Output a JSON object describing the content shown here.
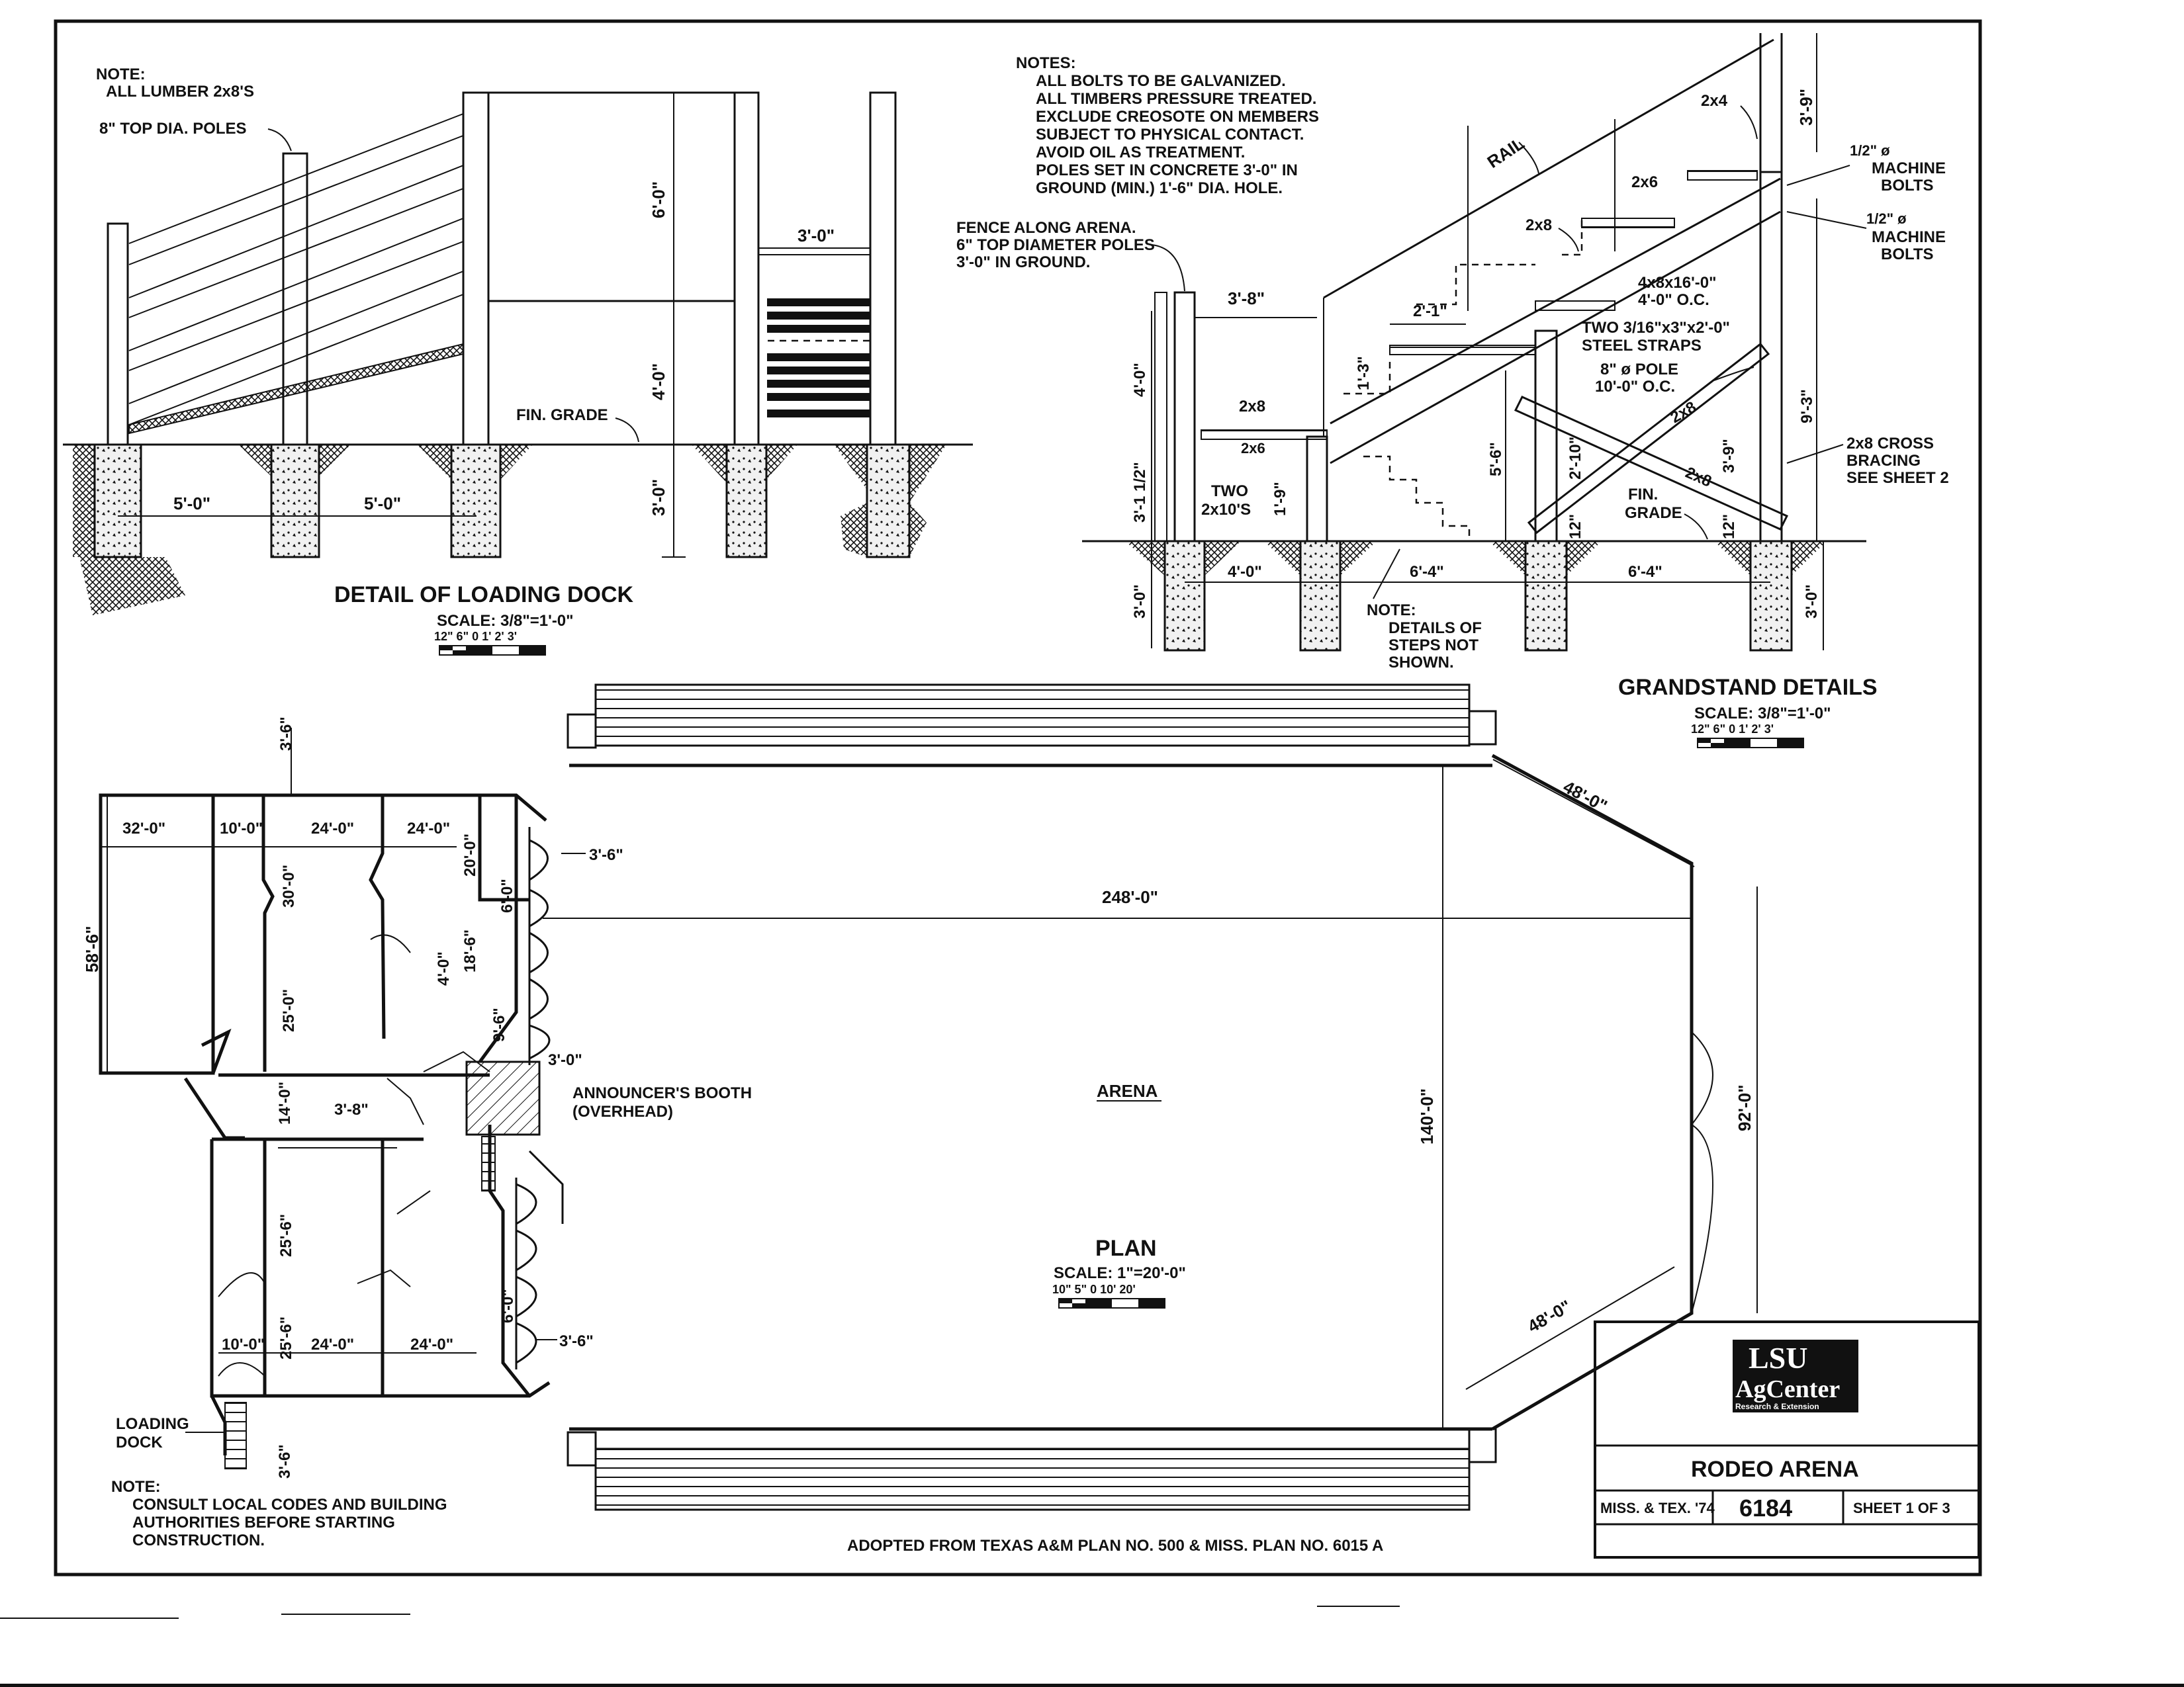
{
  "loading_dock": {
    "note_head": "NOTE:",
    "note_body": "ALL LUMBER 2x8'S",
    "poles_label": "8\" TOP DIA. POLES",
    "dim_6_0": "6'-0\"",
    "dim_4_0": "4'-0\"",
    "dim_3_0_depth": "3'-0\"",
    "dim_3_0_top": "3'-0\"",
    "dim_5_0_a": "5'-0\"",
    "dim_5_0_b": "5'-0\"",
    "fin_grade": "FIN. GRADE",
    "title": "DETAIL OF LOADING DOCK",
    "scale": "SCALE: 3/8\"=1'-0\"",
    "scale_ticks": "12\" 6\" 0     1'     2'     3'"
  },
  "grandstand": {
    "notes_head": "NOTES:",
    "notes": [
      "ALL BOLTS TO BE GALVANIZED.",
      "ALL TIMBERS PRESSURE TREATED.",
      "EXCLUDE CREOSOTE ON MEMBERS",
      "SUBJECT TO PHYSICAL CONTACT.",
      "AVOID OIL AS TREATMENT.",
      "POLES SET IN CONCRETE 3'-0\" IN",
      "GROUND (MIN.) 1'-6\" DIA. HOLE."
    ],
    "fence_lines": [
      "FENCE ALONG ARENA.",
      "6\" TOP DIAMETER POLES",
      "3'-0\" IN GROUND."
    ],
    "rail": "RAIL",
    "l_2x4": "2x4",
    "l_2x6_top": "2x6",
    "l_2x8_mid": "2x8",
    "l_2x8_low": "2x8",
    "l_2x6_low": "2x6",
    "l_2x8_brace_a": "2x8",
    "l_2x8_brace_b": "2x8",
    "dim_3_9_top": "3'-9\"",
    "bolt_size_a": "1/2\" ø",
    "bolt_text_a1": "MACHINE",
    "bolt_text_a2": "BOLTS",
    "bolt_size_b": "1/2\" ø",
    "bolt_text_b1": "MACHINE",
    "bolt_text_b2": "BOLTS",
    "stringer_1": "4x8x16'-0\"",
    "stringer_2": "4'-0\" O.C.",
    "straps_1": "TWO 3/16\"x3\"x2'-0\"",
    "straps_2": "STEEL STRAPS",
    "pole_1": "8\" ø POLE",
    "pole_2": "10'-0\" O.C.",
    "dim_3_8": "3'-8\"",
    "dim_2_1": "2'-1\"",
    "dim_1_3": "1'-3\"",
    "dim_4_0_v": "4'-0\"",
    "dim_3_1_5": "3'-1 1/2\"",
    "dim_5_6": "5'-6\"",
    "dim_2_10": "2'-10\"",
    "dim_3_9_mid": "3'-9\"",
    "dim_9_3": "9'-3\"",
    "dim_1_9": "1'-9\"",
    "dim_12_a": "12\"",
    "dim_12_b": "12\"",
    "dim_3_0_a": "3'-0\"",
    "dim_3_0_b": "3'-0\"",
    "dim_4_0_h": "4'-0\"",
    "dim_6_4_a": "6'-4\"",
    "dim_6_4_b": "6'-4\"",
    "two_2x10_1": "TWO",
    "two_2x10_2": "2x10'S",
    "fin_grade_1": "FIN.",
    "fin_grade_2": "GRADE",
    "cross_1": "2x8 CROSS",
    "cross_2": "BRACING",
    "cross_3": "SEE SHEET 2",
    "steps_note": [
      "NOTE:",
      "DETAILS OF",
      "STEPS NOT",
      "SHOWN."
    ],
    "title": "GRANDSTAND DETAILS",
    "scale": "SCALE: 3/8\"=1'-0\"",
    "scale_ticks": "12\" 6\" 0     1'     2'     3'"
  },
  "plan": {
    "d_32": "32'-0\"",
    "d_10_top": "10'-0\"",
    "d_24_top_a": "24'-0\"",
    "d_24_top_b": "24'-0\"",
    "d_3_6_top": "3'-6\"",
    "d_3_6_right": "3'-6\"",
    "d_58_6": "58'-6\"",
    "d_30": "30'-0\"",
    "d_20": "20'-0\"",
    "d_6_top": "6'-0\"",
    "d_18_6": "18'-6\"",
    "d_4_0": "4'-0\"",
    "d_25_top": "25'-0\"",
    "d_9_6": "9'-6\"",
    "d_3_0": "3'-0\"",
    "d_14": "14'-0\"",
    "d_3_8": "3'-8\"",
    "d_25_6_a": "25'-6\"",
    "d_25_6_b": "25'-6\"",
    "d_10_bot": "10'-0\"",
    "d_24_bot_a": "24'-0\"",
    "d_24_bot_b": "24'-0\"",
    "d_6_bot": "6'-0\"",
    "d_3_6_bot_r": "3'-6\"",
    "d_3_6_bot": "3'-6\"",
    "d_248": "248'-0\"",
    "d_140": "140'-0\"",
    "d_92": "92'-0\"",
    "d_48_top": "48'-0\"",
    "d_48_bot": "48'-0\"",
    "booth_1": "ANNOUNCER'S BOOTH",
    "booth_2": "(OVERHEAD)",
    "arena": "ARENA",
    "title": "PLAN",
    "scale": "SCALE: 1\"=20'-0\"",
    "scale_ticks": "10\" 5\" 0      10'      20'",
    "dock_1": "LOADING",
    "dock_2": "DOCK",
    "note_head": "NOTE:",
    "note_lines": [
      "CONSULT LOCAL CODES AND BUILDING",
      "AUTHORITIES BEFORE STARTING",
      "CONSTRUCTION."
    ],
    "adopted": "ADOPTED FROM TEXAS A&M PLAN NO. 500 & MISS. PLAN NO. 6015 A"
  },
  "title_block": {
    "logo_top": "LSU",
    "logo_mid": "AgCenter",
    "logo_bot": "Research & Extension",
    "name": "RODEO ARENA",
    "origin": "MISS. & TEX. '74",
    "number": "6184",
    "sheet": "SHEET 1 OF 3"
  }
}
